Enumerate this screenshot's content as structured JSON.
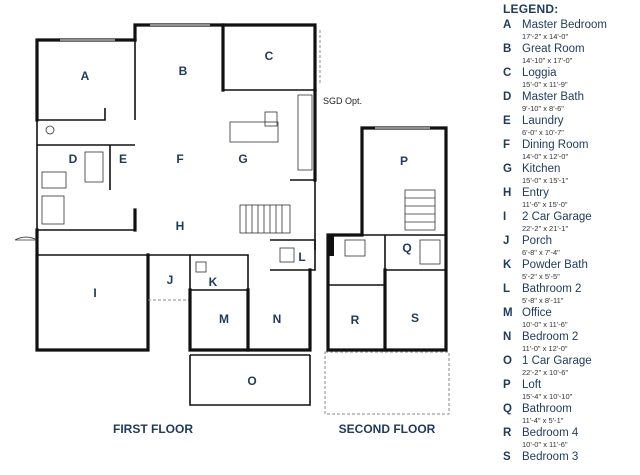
{
  "floors": {
    "first": "FIRST FLOOR",
    "second": "SECOND FLOOR"
  },
  "notes": {
    "sgd": "SGD Opt."
  },
  "room_letters": {
    "A": "A",
    "B": "B",
    "C": "C",
    "D": "D",
    "E": "E",
    "F": "F",
    "G": "G",
    "H": "H",
    "I": "I",
    "J": "J",
    "K": "K",
    "L": "L",
    "M": "M",
    "N": "N",
    "O": "O",
    "P": "P",
    "Q": "Q",
    "R": "R",
    "S": "S"
  },
  "legend": {
    "title": "LEGEND:",
    "items": [
      {
        "letter": "A",
        "name": "Master Bedroom",
        "dims": "17'-2\" x 14'-0\""
      },
      {
        "letter": "B",
        "name": "Great Room",
        "dims": "14'-10\" x 17'-0\""
      },
      {
        "letter": "C",
        "name": "Loggia",
        "dims": "15'-0\" x 11'-9\""
      },
      {
        "letter": "D",
        "name": "Master Bath",
        "dims": "9'-10\" x 8'-6\""
      },
      {
        "letter": "E",
        "name": "Laundry",
        "dims": "6'-0\" x 10'-7\""
      },
      {
        "letter": "F",
        "name": "Dining Room",
        "dims": "14'-0\" x 12'-0\""
      },
      {
        "letter": "G",
        "name": "Kitchen",
        "dims": "15'-0\" x 15'-1\""
      },
      {
        "letter": "H",
        "name": "Entry",
        "dims": "11'-6\" x 15'-0\""
      },
      {
        "letter": "I",
        "name": "2 Car Garage",
        "dims": "22'-2\" x 21'-1\""
      },
      {
        "letter": "J",
        "name": "Porch",
        "dims": "6'-8\" x 7'-4\""
      },
      {
        "letter": "K",
        "name": "Powder Bath",
        "dims": "5'-2\" x 5'-5\""
      },
      {
        "letter": "L",
        "name": "Bathroom 2",
        "dims": "5'-8\" x 8'-11\""
      },
      {
        "letter": "M",
        "name": "Office",
        "dims": "10'-0\" x 11'-6\""
      },
      {
        "letter": "N",
        "name": "Bedroom 2",
        "dims": "11'-0\" x 12'-0\""
      },
      {
        "letter": "O",
        "name": "1 Car Garage",
        "dims": "22'-2\" x 10'-6\""
      },
      {
        "letter": "P",
        "name": "Loft",
        "dims": "15'-4\" x 10'-10\""
      },
      {
        "letter": "Q",
        "name": "Bathroom",
        "dims": "11'-4\" x 5'-1\""
      },
      {
        "letter": "R",
        "name": "Bedroom 4",
        "dims": "10'-0\" x 11'-6\""
      },
      {
        "letter": "S",
        "name": "Bedroom 3",
        "dims": ""
      }
    ]
  },
  "colors": {
    "label_blue": "#1f3a5c",
    "wall": "#111111",
    "background": "#ffffff"
  }
}
